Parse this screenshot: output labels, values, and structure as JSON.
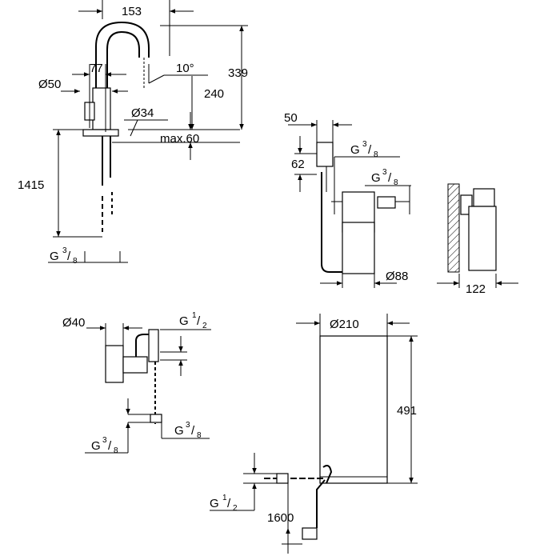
{
  "faucet": {
    "w153": "153",
    "w77": "77",
    "d50": "Ø50",
    "angle": "10°",
    "d34": "Ø34",
    "h240": "240",
    "h339": "339",
    "max": "max.60",
    "h1415": "1415",
    "thread_g": "G",
    "thread_sup": "3",
    "thread_sub": "8"
  },
  "filter_head": {
    "w50": "50",
    "h62": "62",
    "g1_g": "G",
    "g1_sup": "3",
    "g1_sub": "8",
    "g2_g": "G",
    "g2_sup": "3",
    "g2_sub": "8",
    "d88": "Ø88",
    "w122": "122"
  },
  "valve": {
    "d40": "Ø40",
    "gh_g": "G",
    "gh_sup": "1",
    "gh_sub": "2",
    "g1_g": "G",
    "g1_sup": "3",
    "g1_sub": "8",
    "g2_g": "G",
    "g2_sup": "3",
    "g2_sub": "8"
  },
  "boiler": {
    "d210": "Ø210",
    "h491": "491",
    "g_g": "G",
    "g_sup": "1",
    "g_sub": "2",
    "cable": "1600"
  }
}
